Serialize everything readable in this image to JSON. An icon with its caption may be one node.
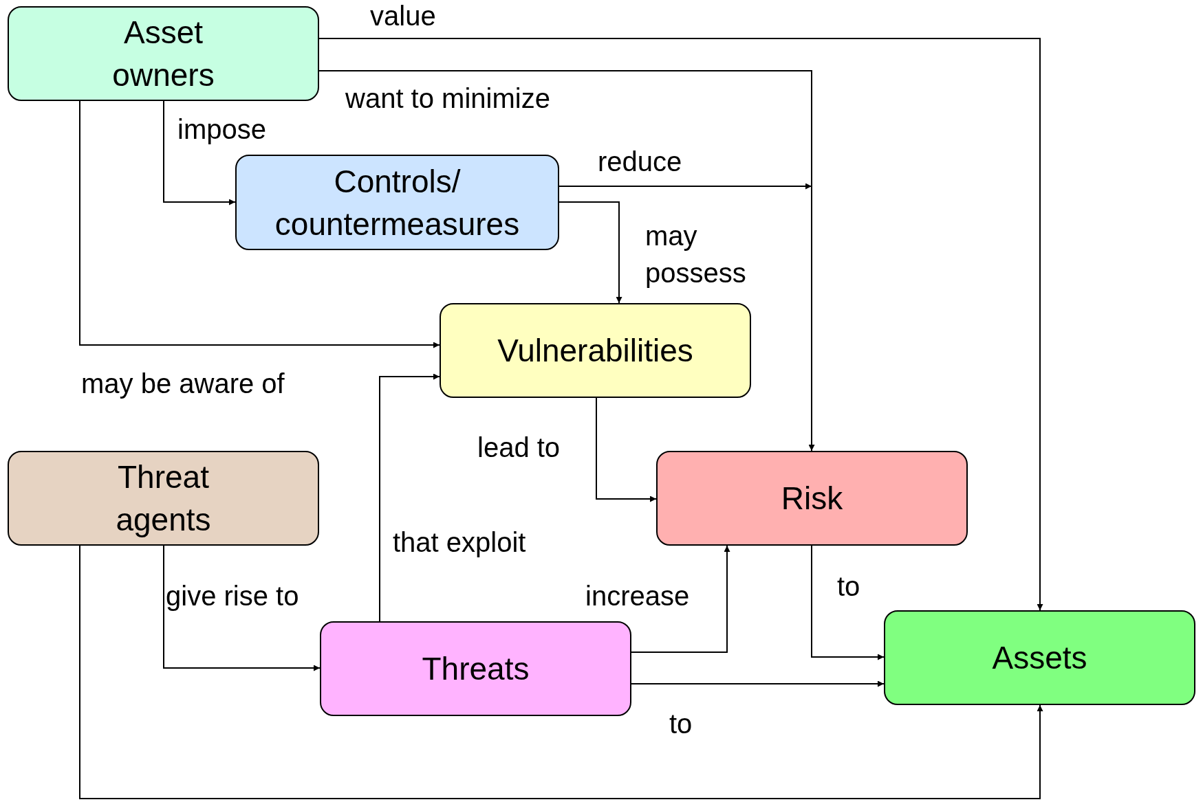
{
  "diagram": {
    "nodes": [
      {
        "text": [
          "Asset owners"
        ]
      },
      {
        "text": [
          "Controls/ countermeasures"
        ]
      },
      {
        "text": [
          "Vulnerabilities"
        ]
      },
      {
        "text": [
          "Threat agents"
        ]
      },
      {
        "text": [
          "Risk"
        ]
      },
      {
        "text": [
          "Threats"
        ]
      },
      {
        "text": [
          "Assets"
        ]
      }
    ],
    "edges": [
      {
        "from": 0,
        "to": 6,
        "arrow": "to",
        "label": "value"
      },
      {
        "from": 0,
        "to": 4,
        "arrow": "to",
        "label": "want to minimize"
      },
      {
        "from": 0,
        "to": 1,
        "arrow": "to",
        "label": "impose"
      },
      {
        "from": 0,
        "to": 2,
        "arrow": "to",
        "label": "may be aware of"
      },
      {
        "from": 1,
        "to": null,
        "arrow": "to",
        "label": "reduce"
      },
      {
        "from": 1,
        "to": 2,
        "arrow": "to",
        "label": "may possess"
      },
      {
        "from": 2,
        "to": 4,
        "arrow": "to",
        "label": "lead to"
      },
      {
        "from": 3,
        "to": 5,
        "arrow": "to",
        "label": "give rise to"
      },
      {
        "from": 5,
        "to": 2,
        "arrow": "to",
        "label": "that exploit"
      },
      {
        "from": 5,
        "to": 4,
        "arrow": "to",
        "label": "increase"
      },
      {
        "from": 4,
        "to": 6,
        "arrow": "to",
        "label": "to"
      },
      {
        "from": 5,
        "to": 6,
        "arrow": "to",
        "label": "to"
      },
      {
        "from": 3,
        "to": 6,
        "arrow": "to"
      }
    ]
  }
}
